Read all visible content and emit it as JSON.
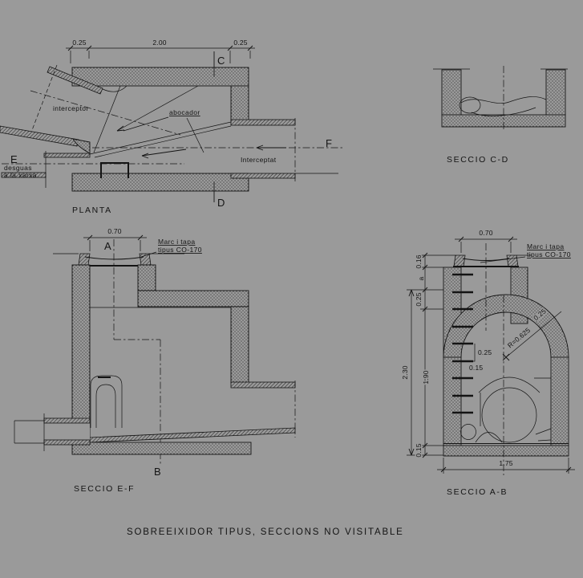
{
  "colors": {
    "background": "#9a9a9a",
    "line": "#141414"
  },
  "plan": {
    "title": "PLANTA",
    "dim_left": "0.25",
    "dim_mid": "2.00",
    "dim_right": "0.25",
    "marker_c": "C",
    "marker_d": "D",
    "marker_e": "E",
    "marker_f": "F",
    "interceptor": "interceptor",
    "abocador": "abocador",
    "interceptat": "Interceptat",
    "desguas_1": "desguas",
    "desguas_2": "a la xarxa"
  },
  "section_cd": {
    "title": "SECCIO C-D"
  },
  "section_ef": {
    "title": "SECCIO E-F",
    "dim_top": "0.70",
    "marker_a": "A",
    "marker_b": "B",
    "note_1": "Marc i tapa",
    "note_2": "tipus CO-170"
  },
  "section_ab": {
    "title": "SECCIO A-B",
    "dim_top": "0.70",
    "note_1": "Marc i tapa",
    "note_2": "tipus CO-170",
    "dim_016": "0.16",
    "dim_a": "a",
    "dim_025": "0.25",
    "dim_190": "1.90",
    "dim_230": "2.30",
    "dim_015": "0.15",
    "dim_175": "1.75",
    "radius_label": "R=0.625",
    "arch_thickness": "0.25",
    "rung_spacing": "0.25",
    "rung_offset": "0.15"
  },
  "footer": {
    "title": "SOBREEIXIDOR TIPUS, SECCIONS NO VISITABLE"
  }
}
